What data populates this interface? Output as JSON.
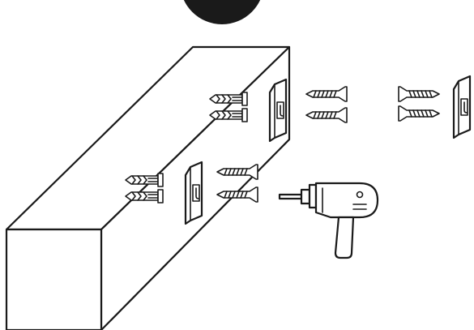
{
  "diagram": {
    "theme": {
      "stroke": "#1a1a1a",
      "background": "#ffffff"
    },
    "parts": [
      {
        "icon": "step-badge-icon"
      },
      {
        "icon": "shelf-board-icon"
      },
      {
        "icon": "wall-anchor-icon",
        "quantity": 4
      },
      {
        "icon": "mounting-bracket-icon",
        "quantity": 3
      },
      {
        "icon": "screw-icon",
        "quantity": 6
      },
      {
        "icon": "power-drill-icon"
      }
    ]
  }
}
